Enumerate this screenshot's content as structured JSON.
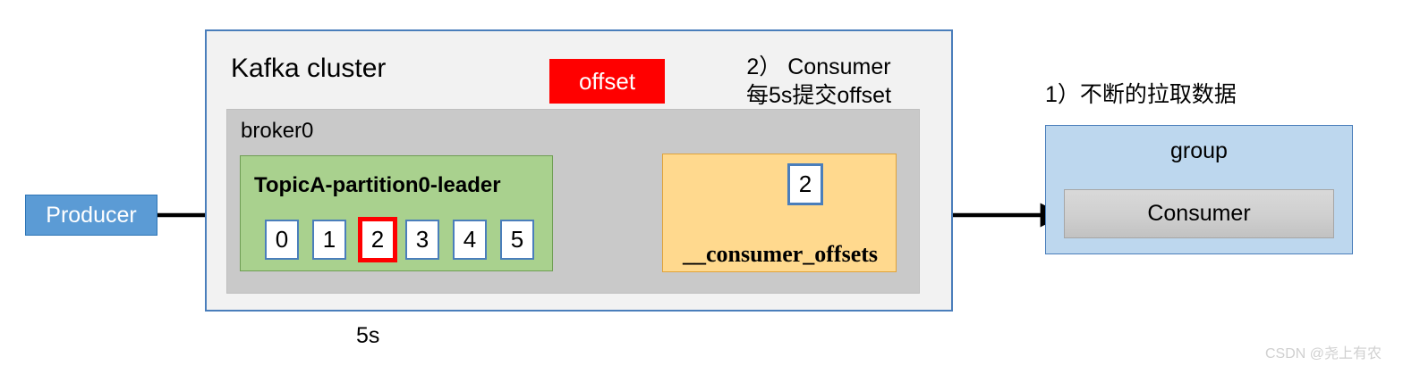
{
  "diagram": {
    "title": "Kafka consumer offset commit diagram",
    "producer": {
      "label": "Producer"
    },
    "cluster": {
      "title": "Kafka cluster",
      "broker": {
        "title": "broker0",
        "partition": {
          "title": "TopicA-partition0-leader",
          "cells": [
            "0",
            "1",
            "2",
            "3",
            "4",
            "5"
          ],
          "highlighted_cell": "2"
        },
        "consumer_offsets": {
          "label": "__consumer_offsets",
          "stored_offset": "2"
        }
      }
    },
    "offset_badge": {
      "label": "offset"
    },
    "notes": {
      "note1_line1": "1）不断的拉取数据",
      "note2_line1": "2） Consumer",
      "note2_line2": "每5s提交offset"
    },
    "interval_label": "5s",
    "consumer_group": {
      "title": "group",
      "consumer_label": "Consumer"
    },
    "watermark": "CSDN @尧上有农",
    "colors": {
      "producer_fill": "#5b9bd5",
      "cluster_fill": "#f2f2f2",
      "cluster_border": "#4a7ebb",
      "broker_fill": "#c9c9c9",
      "partition_fill": "#a9d18e",
      "offset_badge_fill": "#ff0000",
      "offsets_fill": "#ffd98e",
      "group_fill": "#bdd7ee",
      "consumer_fill": "#cfcfcf",
      "highlight_red": "#ff0000",
      "arrow_orange": "#ffc000",
      "arrow_black": "#000000"
    }
  }
}
